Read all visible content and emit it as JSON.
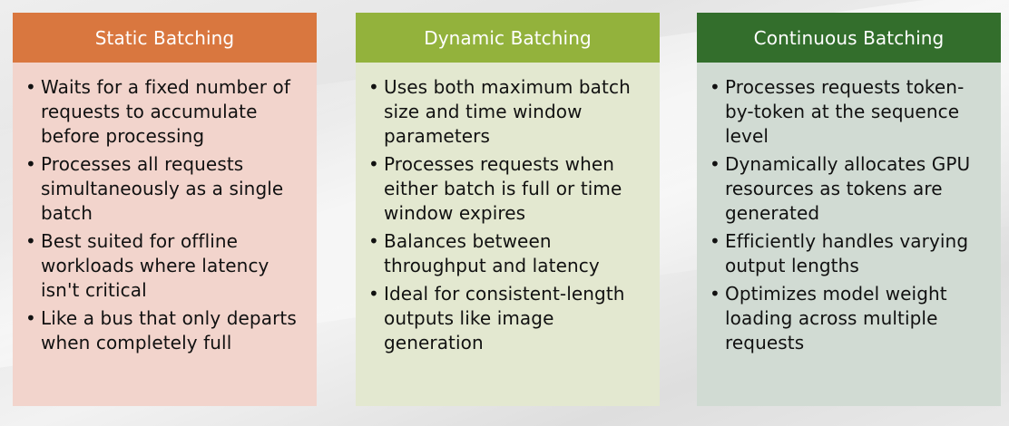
{
  "columns": [
    {
      "title": "Static Batching",
      "header_color": "#D9773F",
      "body_color": "#F2D4CC",
      "bullets": [
        "Waits for a fixed number of requests to accumulate before processing",
        "Processes all requests simultaneously as a single batch",
        "Best suited for offline workloads where latency isn't critical",
        "Like a bus that only departs when completely full"
      ]
    },
    {
      "title": "Dynamic Batching",
      "header_color": "#93B23C",
      "body_color": "#E3E8D0",
      "bullets": [
        "Uses both maximum batch size and time window parameters",
        "Processes requests when either batch is full or time window expires",
        "Balances between throughput and latency",
        "Ideal for consistent-length outputs like image generation"
      ]
    },
    {
      "title": "Continuous Batching",
      "header_color": "#336E2C",
      "body_color": "#D1DBD3",
      "bullets": [
        "Processes requests token-by-token at the sequence level",
        "Dynamically allocates GPU resources as tokens are generated",
        "Efficiently handles varying output lengths",
        "Optimizes model weight loading across multiple requests"
      ]
    }
  ]
}
